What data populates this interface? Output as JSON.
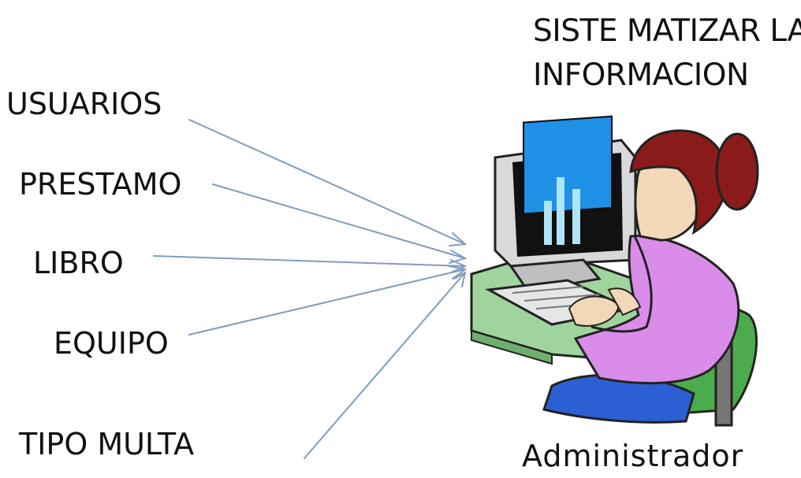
{
  "title": {
    "line1": "SISTE MATIZAR LA",
    "line2": "INFORMACION"
  },
  "inputs": [
    {
      "label": "USUARIOS"
    },
    {
      "label": "PRESTAMO"
    },
    {
      "label": "LIBRO"
    },
    {
      "label": "EQUIPO"
    },
    {
      "label": "TIPO MULTA"
    }
  ],
  "caption": "Administrador",
  "colors": {
    "arrow": "#7f9cc0",
    "screen": "#1e90e6",
    "hair": "#8b1a1a",
    "shirt": "#d98ce8",
    "chair": "#4cab4c",
    "desk": "#9fd49f",
    "pants": "#2d5fd4"
  }
}
